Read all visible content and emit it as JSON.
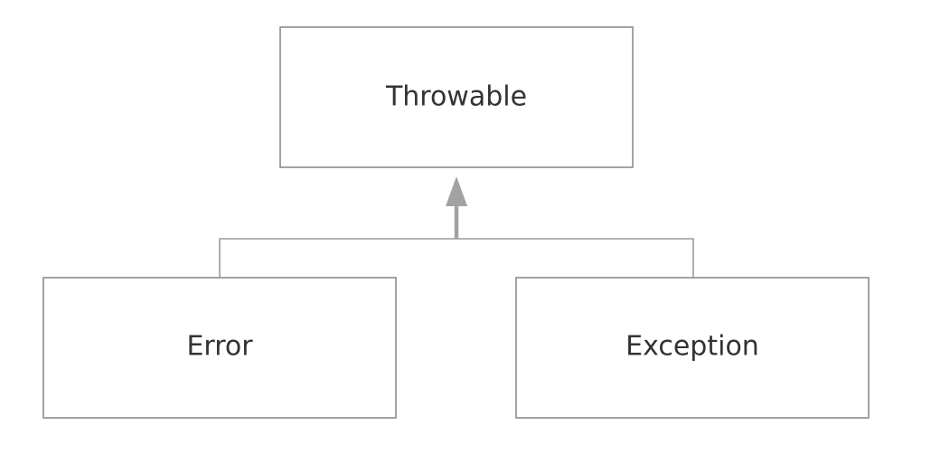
{
  "diagram": {
    "parent": {
      "label": "Throwable"
    },
    "children": [
      {
        "label": "Error"
      },
      {
        "label": "Exception"
      }
    ]
  }
}
